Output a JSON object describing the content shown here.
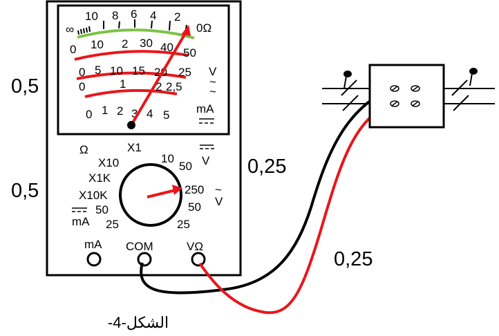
{
  "margin_marks": {
    "display": "0,5",
    "selector": "0,5",
    "black_lead": "0,25",
    "red_lead": "0,25"
  },
  "scales": {
    "ohm": [
      "∞",
      "10",
      "8",
      "6",
      "4",
      "2",
      "0Ω"
    ],
    "v50": [
      "0",
      "10",
      "2",
      "30",
      "40",
      "50"
    ],
    "v25": [
      "0",
      "5",
      "10",
      "15",
      "20",
      "25"
    ],
    "v25_unit": "V",
    "v25_ac": "~",
    "ma25": [
      "0",
      "1",
      "2",
      "2,5"
    ],
    "ma5": [
      "0",
      "1",
      "2",
      "3",
      "4",
      "5"
    ],
    "ma_unit": "mA",
    "dc_symbol": "⎓"
  },
  "selector": {
    "ohm_symbol": "Ω",
    "x1": "X1",
    "x10": "X10",
    "x1k": "X1K",
    "x10k": "X10K",
    "ma_symbol": "⎓",
    "ma_unit": "mA",
    "ma50": "50",
    "ma25": "25",
    "vdc_10": "10",
    "vdc_50": "50",
    "vdc_symbol": "⎓",
    "vdc_unit": "V",
    "vac_250": "250",
    "vac_50": "50",
    "vac_25": "25",
    "vac_symbol": "~",
    "vac_unit": "V"
  },
  "jacks": {
    "ma": "mA",
    "com": "COM",
    "vohm": "VΩ"
  },
  "caption": "الشكل-4-",
  "colors": {
    "green_arc": "#7cc242",
    "red": "#e8161b",
    "black": "#000000"
  }
}
